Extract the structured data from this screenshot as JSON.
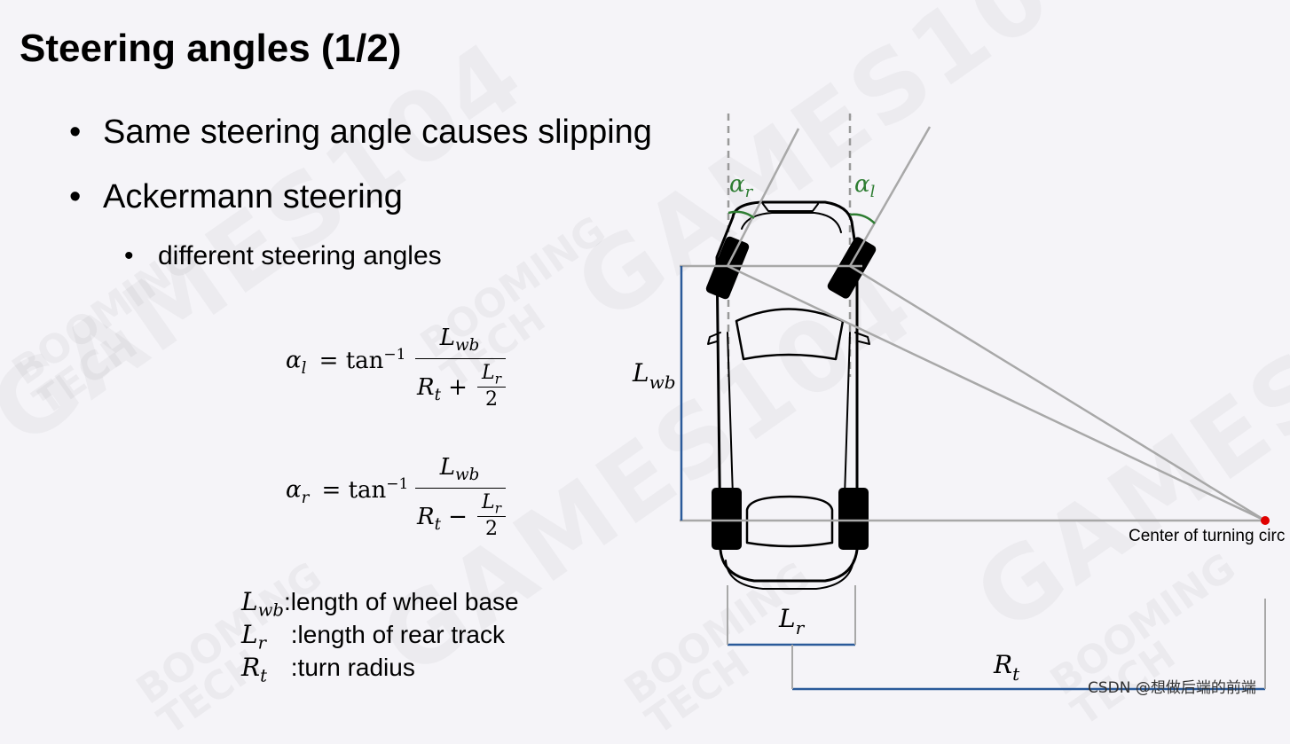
{
  "slide": {
    "title": "Steering angles (1/2)",
    "bullets": [
      {
        "text": "Same steering angle causes slipping"
      },
      {
        "text": "Ackermann steering"
      }
    ],
    "sub_bullets": [
      {
        "text": "different steering angles"
      }
    ],
    "bullet_symbol": "•"
  },
  "formulas": {
    "alpha_l": {
      "lhs": "α",
      "lhs_sub": "l",
      "op": "= tan",
      "sup": "−1",
      "num": "L",
      "num_sub": "wb",
      "den_a": "R",
      "den_a_sub": "t",
      "den_op": "+",
      "den_frac_num": "L",
      "den_frac_num_sub": "r",
      "den_frac_den": "2"
    },
    "alpha_r": {
      "lhs": "α",
      "lhs_sub": "r",
      "op": "= tan",
      "sup": "−1",
      "num": "L",
      "num_sub": "wb",
      "den_a": "R",
      "den_a_sub": "t",
      "den_op": "−",
      "den_frac_num": "L",
      "den_frac_num_sub": "r",
      "den_frac_den": "2"
    }
  },
  "legend": [
    {
      "sym": "L",
      "sub": "wb",
      "desc": ":length of wheel base"
    },
    {
      "sym": "L",
      "sub": "r",
      "desc": " :length of rear track"
    },
    {
      "sym": "R",
      "sub": "t",
      "desc": " :turn radius"
    }
  ],
  "diagram": {
    "label_alpha_r": "α",
    "label_alpha_r_sub": "r",
    "label_alpha_l": "α",
    "label_alpha_l_sub": "l",
    "label_lwb": "L",
    "label_lwb_sub": "wb",
    "label_lr": "L",
    "label_lr_sub": "r",
    "label_rt": "R",
    "label_rt_sub": "t",
    "center_label": "Center of turning circ",
    "colors": {
      "blue": "#2a5a9a",
      "green": "#2e7d32",
      "gray": "#a8a8a8",
      "red": "#e00000"
    }
  },
  "watermarks": {
    "games": "GAMES104",
    "booming": "BOOMING\nTECH"
  },
  "credit": "CSDN @想做后端的前端"
}
